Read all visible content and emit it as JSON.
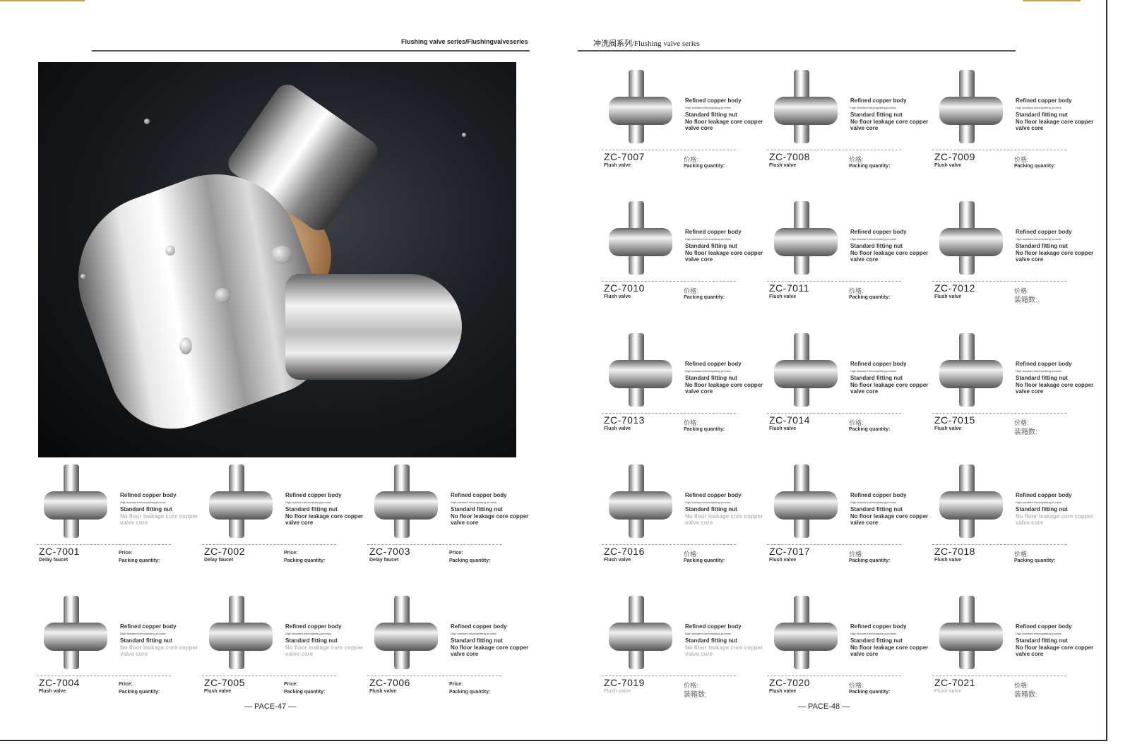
{
  "left_page": {
    "header": "Flushing valve series/Flushingvalveseries",
    "footer": "— PACE-47 —",
    "products": [
      {
        "model": "ZC-7001",
        "type": "Delay faucet",
        "price_label": "Price:",
        "packing_label": "Packing quantity:",
        "last_faded": true
      },
      {
        "model": "ZC-7002",
        "type": "Delay faucet",
        "price_label": "Price:",
        "packing_label": "Packing quantity:",
        "last_faded": false
      },
      {
        "model": "ZC-7003",
        "type": "Delay faucet",
        "price_label": "Price:",
        "packing_label": "Packing quantity:",
        "last_faded": false
      },
      {
        "model": "ZC-7004",
        "type": "Flush valve",
        "price_label": "Price:",
        "packing_label": "Packing quantity:",
        "last_faded": true
      },
      {
        "model": "ZC-7005",
        "type": "Flush valve",
        "price_label": "Price:",
        "packing_label": "Packing quantity:",
        "last_faded": true
      },
      {
        "model": "ZC-7006",
        "type": "Flush valve",
        "price_label": "Price:",
        "packing_label": "Packing quantity:",
        "last_faded": false
      }
    ]
  },
  "right_page": {
    "header": "冲洗阀系列/Flushing valve series",
    "footer": "— PACE-48 —",
    "products": [
      {
        "model": "ZC-7007",
        "type": "Flush valve",
        "price_label": "价格:",
        "packing_label": "Packing quantity:",
        "last_faded": false
      },
      {
        "model": "ZC-7008",
        "type": "Flush valve",
        "price_label": "价格:",
        "packing_label": "Packing quantity:",
        "last_faded": false
      },
      {
        "model": "ZC-7009",
        "type": "Flush valve",
        "price_label": "价格:",
        "packing_label": "Packing quantity:",
        "last_faded": false
      },
      {
        "model": "ZC-7010",
        "type": "Flush valve",
        "price_label": "价格:",
        "packing_label": "Packing quantity:",
        "last_faded": false
      },
      {
        "model": "ZC-7011",
        "type": "Flush valve",
        "price_label": "价格:",
        "packing_label": "Packing quantity:",
        "last_faded": false
      },
      {
        "model": "ZC-7012",
        "type": "Flush valve",
        "price_label": "价格:",
        "packing_label": "装箱数:",
        "last_faded": false
      },
      {
        "model": "ZC-7013",
        "type": "Flush valve",
        "price_label": "价格:",
        "packing_label": "Packing quantity:",
        "last_faded": false
      },
      {
        "model": "ZC-7014",
        "type": "Flush valve",
        "price_label": "价格:",
        "packing_label": "Packing quantity:",
        "last_faded": false
      },
      {
        "model": "ZC-7015",
        "type": "Flush valve",
        "price_label": "价格:",
        "packing_label": "装箱数:",
        "last_faded": false
      },
      {
        "model": "ZC-7016",
        "type": "Flush valve",
        "price_label": "价格:",
        "packing_label": "Packing quantity:",
        "last_faded": true
      },
      {
        "model": "ZC-7017",
        "type": "Flush valve",
        "price_label": "价格:",
        "packing_label": "Packing quantity:",
        "last_faded": false
      },
      {
        "model": "ZC-7018",
        "type": "Flush valve",
        "price_label": "价格:",
        "packing_label": "Packing quantity:",
        "last_faded": true
      },
      {
        "model": "ZC-7019",
        "type": "Flush valve",
        "price_label": "价格:",
        "packing_label": "装箱数:",
        "last_faded": true,
        "type_faded": true
      },
      {
        "model": "ZC-7020",
        "type": "Flush valve",
        "price_label": "价格:",
        "packing_label": "Packing quantity:",
        "last_faded": false
      },
      {
        "model": "ZC-7021",
        "type": "Flush valve",
        "price_label": "价格:",
        "packing_label": "装箱数:",
        "last_faded": false,
        "type_faded": true
      }
    ]
  },
  "specs": [
    "Refined copper body",
    "High standard electroplating process",
    "Standard fitting nut",
    "No floor leakage core copper valve core"
  ]
}
